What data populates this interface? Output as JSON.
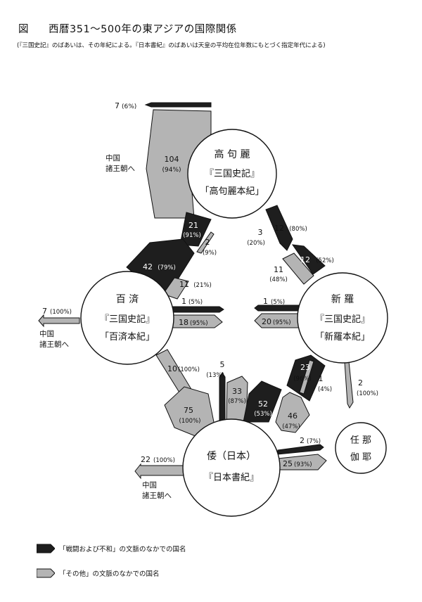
{
  "figure": {
    "title_prefix": "図",
    "title": "西暦351～500年の東アジアの国際関係",
    "note": "(『三国史記』のばあいは、その年紀による。『日本書紀』のばあいは天皇の平均在位年数にもとづく指定年代による)"
  },
  "nodes": {
    "goguryeo": {
      "name": "高 句 麗",
      "line1": "『三国史記』",
      "line2": "「高句麗本紀」"
    },
    "baekje": {
      "name": "百 済",
      "line1": "『三国史記』",
      "line2": "「百済本紀」"
    },
    "silla": {
      "name": "新 羅",
      "line1": "『三国史記』",
      "line2": "「新羅本紀」"
    },
    "wa": {
      "name": "倭（日本）",
      "line1": "『日本書紀』"
    },
    "mimana_line1": "任 那",
    "mimana_line2": "伽 耶"
  },
  "china_label_line1": "中国",
  "china_label_line2": "諸王朝へ",
  "flows": {
    "gog_china_war": {
      "value": "7",
      "pct": "(6%)"
    },
    "gog_china_other": {
      "value": "104",
      "pct": "(94%)"
    },
    "gog_baek_war": {
      "value": "21",
      "pct": "(91%)"
    },
    "gog_baek_other": {
      "value": "2",
      "pct": "(9%)"
    },
    "gog_silla_war": {
      "value": "12",
      "pct": "(80%)"
    },
    "gog_silla_other": {
      "value": "3",
      "pct": "(20%)"
    },
    "baek_gog_war": {
      "value": "42",
      "pct": "(79%)"
    },
    "baek_gog_other": {
      "value": "11",
      "pct": "(21%)"
    },
    "silla_gog_war": {
      "value": "12",
      "pct": "(52%)"
    },
    "silla_gog_other": {
      "value": "11",
      "pct": "(48%)"
    },
    "baek_china_other": {
      "value": "7",
      "pct": "(100%)"
    },
    "baek_silla_war": {
      "value": "1",
      "pct": "(5%)"
    },
    "baek_silla_other": {
      "value": "18",
      "pct": "(95%)"
    },
    "silla_baek_war": {
      "value": "1",
      "pct": "(5%)"
    },
    "silla_baek_other": {
      "value": "20",
      "pct": "(95%)"
    },
    "baek_wa_other": {
      "value": "10",
      "pct": "(100%)"
    },
    "silla_wa_war": {
      "value": "23",
      "pct": "(96%)"
    },
    "silla_wa_other": {
      "value": "1",
      "pct": "(4%)"
    },
    "silla_mimana_other": {
      "value": "2",
      "pct": "(100%)"
    },
    "wa_baek_war": {
      "value": "5",
      "pct": "(13%)"
    },
    "wa_baek_other": {
      "value": "33",
      "pct": "(87%)"
    },
    "wa_baek_other2": {
      "value": "75",
      "pct": "(100%)"
    },
    "wa_silla_war": {
      "value": "52",
      "pct": "(53%)"
    },
    "wa_silla_other": {
      "value": "46",
      "pct": "(47%)"
    },
    "wa_china_other": {
      "value": "22",
      "pct": "(100%)"
    },
    "wa_mimana_war": {
      "value": "2",
      "pct": "(7%)"
    },
    "wa_mimana_other": {
      "value": "25",
      "pct": "(93%)"
    }
  },
  "legend": {
    "war_label": "「戦闘および不和」の文脈のなかでの国名",
    "other_label": "「その他」の文脈のなかでの国名"
  },
  "colors": {
    "war": "#1e1e1e",
    "other": "#b4b4b4",
    "outline": "#111111"
  }
}
